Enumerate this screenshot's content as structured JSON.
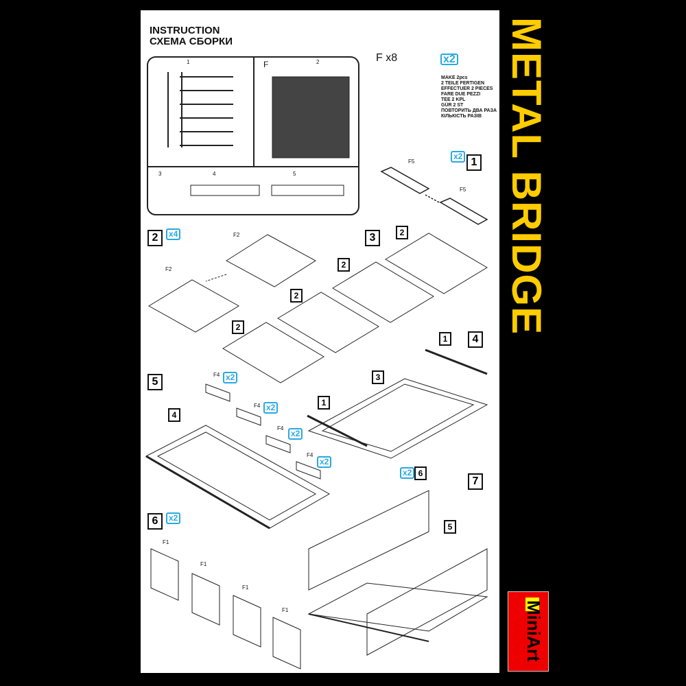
{
  "header": {
    "title_en": "INSTRUCTION",
    "title_ru": "СХЕМА СБОРКИ"
  },
  "side_title": "METAL BRIDGE",
  "brand": "MiniArt",
  "sprue": {
    "label": "F x8",
    "numbers": [
      "1",
      "2",
      "3",
      "4",
      "5"
    ],
    "letter": "F"
  },
  "make_badge": "x2",
  "make_notes": [
    "MAKE 2pcs",
    "2 TEILE FERTIGEN",
    "EFFECTUER 2 PIECES",
    "FARE DUE PEZZI",
    "TEE 2 KPL",
    "GÜR 2 ST",
    "ПОВТОРИТЬ ДВА РАЗА",
    "КІЛЬКІСТЬ РАЗІВ"
  ],
  "steps": [
    {
      "number": "1",
      "qty": "x2",
      "parts": [
        "F5",
        "F5"
      ]
    },
    {
      "number": "2",
      "qty": "x4",
      "parts": [
        "F2",
        "F2"
      ]
    },
    {
      "number": "3",
      "parts": [
        "2",
        "2",
        "2",
        "2"
      ]
    },
    {
      "number": "4",
      "parts": [
        "1",
        "3",
        "1"
      ]
    },
    {
      "number": "5",
      "parts": [
        "4",
        "F4",
        "F4",
        "F4",
        "F4"
      ],
      "qtys": [
        "x2",
        "x2",
        "x2",
        "x2"
      ]
    },
    {
      "number": "6",
      "qty": "x2",
      "parts": [
        "F1",
        "F1",
        "F1",
        "F1"
      ]
    },
    {
      "number": "7",
      "qty": "x2",
      "parts": [
        "6",
        "5"
      ]
    }
  ]
}
